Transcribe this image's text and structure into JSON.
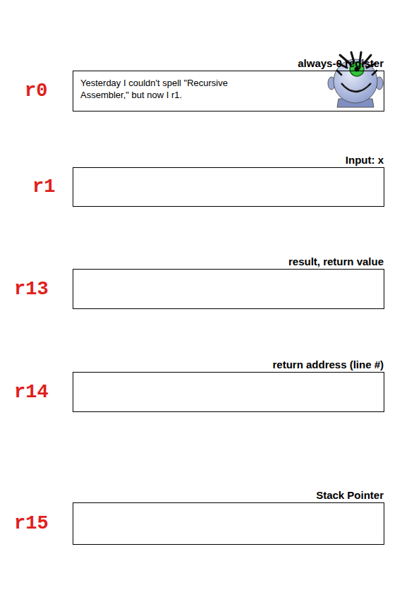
{
  "diagram": {
    "nodes": [
      {
        "text": [
          "always-0 register",
          "Yesterday I couldn't spell \"Recursive Assembler,\" but now I r1."
        ]
      },
      {
        "text": [
          "Input: x"
        ]
      },
      {
        "text": [
          "result, return value"
        ]
      },
      {
        "text": [
          "return address (line #)"
        ]
      },
      {
        "text": [
          "Stack Pointer"
        ]
      }
    ],
    "labels": [
      "r0",
      "r1",
      "r13",
      "r14",
      "r15"
    ]
  }
}
